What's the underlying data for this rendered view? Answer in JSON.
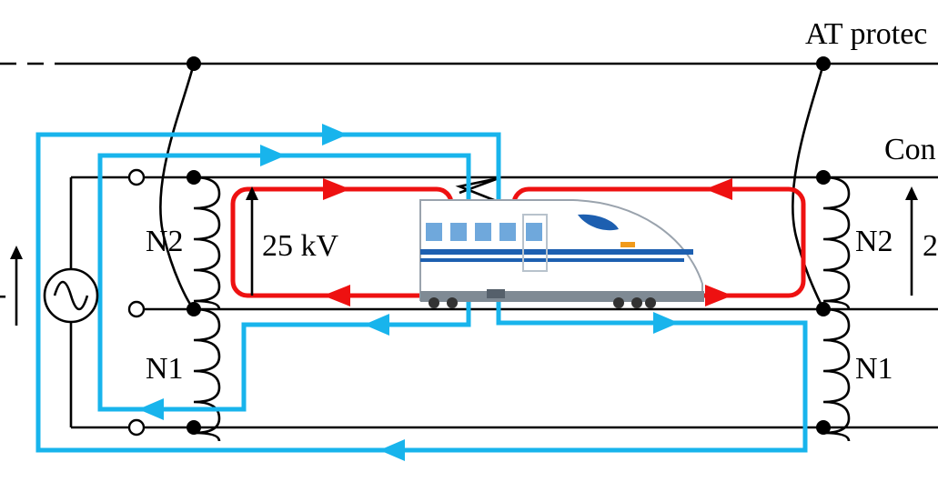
{
  "labels": {
    "at_protective": "AT protec",
    "contact": "Con",
    "voltage": "25 kV",
    "n2_left": "N2",
    "n1_left": "N1",
    "n2_right": "N2",
    "n1_right": "N1",
    "right_voltage_partial": "2",
    "left_voltage_partial": "-"
  },
  "colors": {
    "feeder_loop": "#18b4ec",
    "train_loop": "#ee1111",
    "wire": "#000000",
    "train_body": "#ffffff",
    "train_stripe": "#1d5fb0",
    "train_window": "#6fa8dc"
  },
  "icons": {
    "source": "ac-source-icon",
    "train": "shinkansen-train-icon"
  }
}
